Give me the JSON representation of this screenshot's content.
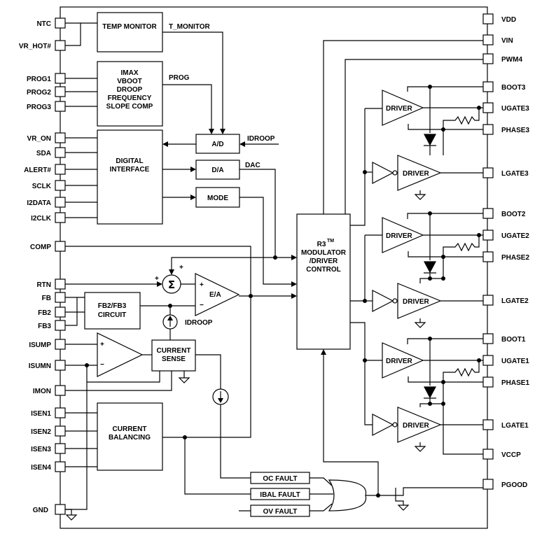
{
  "pins_left": {
    "ntc": "NTC",
    "vr_hot": "VR_HOT#",
    "prog1": "PROG1",
    "prog2": "PROG2",
    "prog3": "PROG3",
    "vr_on": "VR_ON",
    "sda": "SDA",
    "alert": "ALERT#",
    "sclk": "SCLK",
    "i2data": "I2DATA",
    "i2clk": "I2CLK",
    "comp": "COMP",
    "rtn": "RTN",
    "fb": "FB",
    "fb2": "FB2",
    "fb3": "FB3",
    "isump": "ISUMP",
    "isumn": "ISUMN",
    "imon": "IMON",
    "isen1": "ISEN1",
    "isen2": "ISEN2",
    "isen3": "ISEN3",
    "isen4": "ISEN4",
    "gnd": "GND"
  },
  "pins_right": {
    "vdd": "VDD",
    "vin": "VIN",
    "pwm4": "PWM4",
    "boot3": "BOOT3",
    "ugate3": "UGATE3",
    "phase3": "PHASE3",
    "lgate3": "LGATE3",
    "boot2": "BOOT2",
    "ugate2": "UGATE2",
    "phase2": "PHASE2",
    "lgate2": "LGATE2",
    "boot1": "BOOT1",
    "ugate1": "UGATE1",
    "phase1": "PHASE1",
    "lgate1": "LGATE1",
    "vccp": "VCCP",
    "pgood": "PGOOD"
  },
  "blocks": {
    "temp_monitor": "TEMP MONITOR",
    "prog_lines": [
      "IMAX",
      "VBOOT",
      "DROOP",
      "FREQUENCY",
      "SLOPE COMP"
    ],
    "digital_interface": [
      "DIGITAL",
      "INTERFACE"
    ],
    "ad": "A/D",
    "da": "D/A",
    "mode": "MODE",
    "fb_circuit": [
      "FB2/FB3",
      "CIRCUIT"
    ],
    "ea": "E/A",
    "current_sense": [
      "CURRENT",
      "SENSE"
    ],
    "current_balancing": [
      "CURRENT",
      "BALANCING"
    ],
    "r3_title": "R3",
    "r3_tm": "TM",
    "r3_lines": [
      "MODULATOR",
      "/DRIVER",
      "CONTROL"
    ],
    "driver": "DRIVER",
    "oc_fault": "OC FAULT",
    "ibal_fault": "IBAL FAULT",
    "ov_fault": "OV FAULT"
  },
  "signals": {
    "t_monitor": "T_MONITOR",
    "prog": "PROG",
    "idroop_ad": "IDROOP",
    "dac": "DAC",
    "idroop_src": "IDROOP",
    "sum_symbol": "Σ",
    "plus": "+",
    "minus": "−"
  }
}
